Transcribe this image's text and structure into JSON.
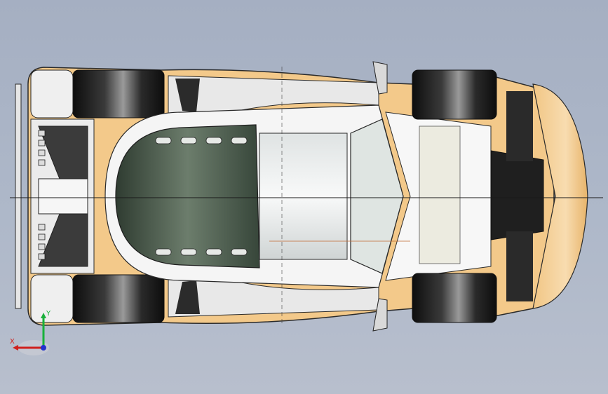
{
  "viewport": {
    "background_top": "#a5afc2",
    "background_bottom": "#b8bfcd",
    "model": "race-car-top-view",
    "view": "top"
  },
  "colors": {
    "body_orange": "#f3c98a",
    "body_white": "#f2f2f2",
    "tire_black": "#1c1c1c",
    "glass_green": "#3e4f40",
    "edge_line": "#2a2a2a"
  },
  "triad": {
    "x_label": "X",
    "y_label": "Y",
    "x_color": "#d0201c",
    "y_color": "#19b13b",
    "z_color": "#2233cc"
  }
}
